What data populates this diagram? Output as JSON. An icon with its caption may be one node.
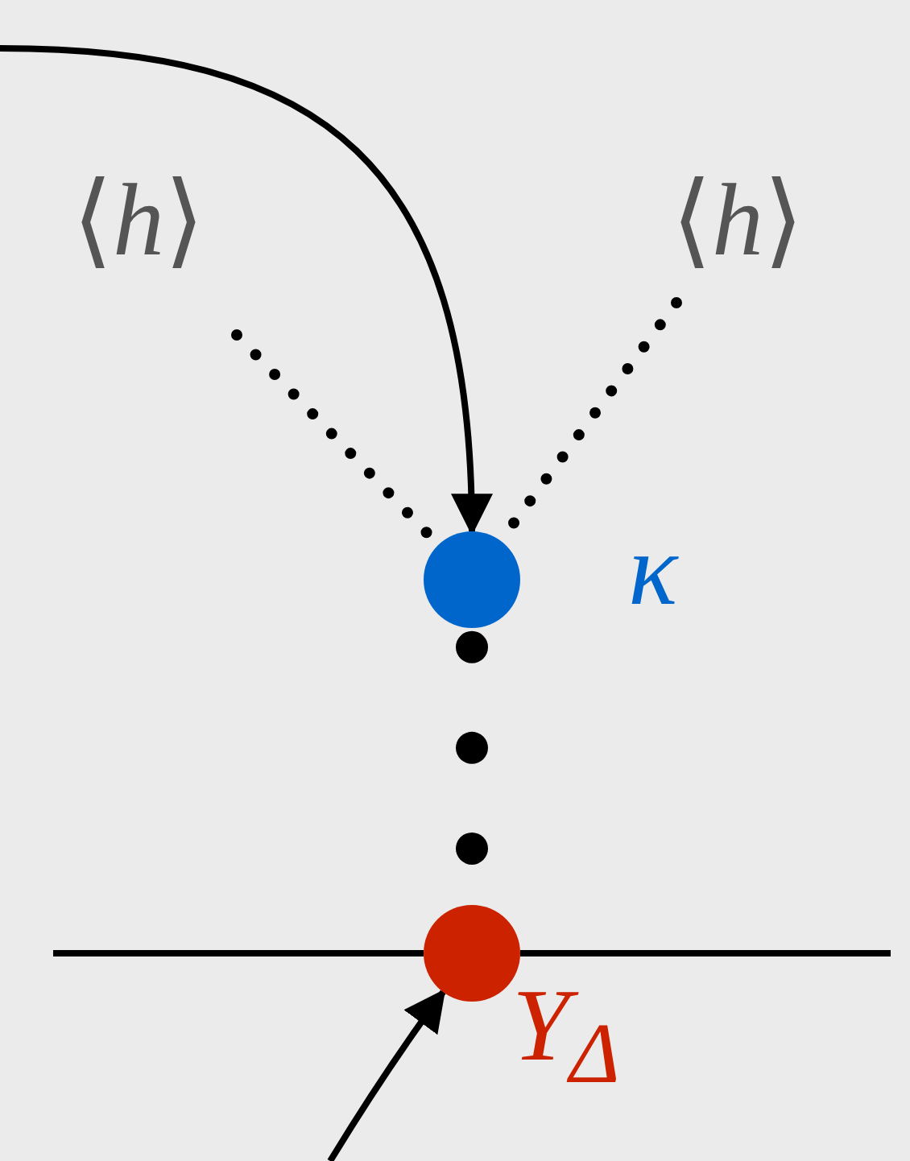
{
  "diagram": {
    "nodes": [
      {
        "text": [
          "⟨*h*⟩"
        ]
      },
      {
        "text": [
          "⟨*h*⟩"
        ]
      },
      {
        "text": [],
        "shape": "circle",
        "beside": [
          "κ"
        ]
      },
      {
        "text": [],
        "shape": "circle",
        "beside": [
          "Y$_{Δ}$"
        ]
      }
    ],
    "edges": [
      {
        "from": null,
        "to": 2,
        "arrow": "to"
      },
      {
        "from": 0,
        "to": 2,
        "arrow": "none",
        "style": "dashed"
      },
      {
        "from": 1,
        "to": 2,
        "arrow": "none",
        "style": "dashed"
      },
      {
        "from": 2,
        "to": 3,
        "arrow": "none",
        "style": "dashed"
      },
      {
        "from": null,
        "to": 3,
        "arrow": "none"
      },
      {
        "from": 3,
        "to": null,
        "arrow": "none"
      },
      {
        "from": null,
        "to": 3,
        "arrow": "to"
      }
    ]
  }
}
